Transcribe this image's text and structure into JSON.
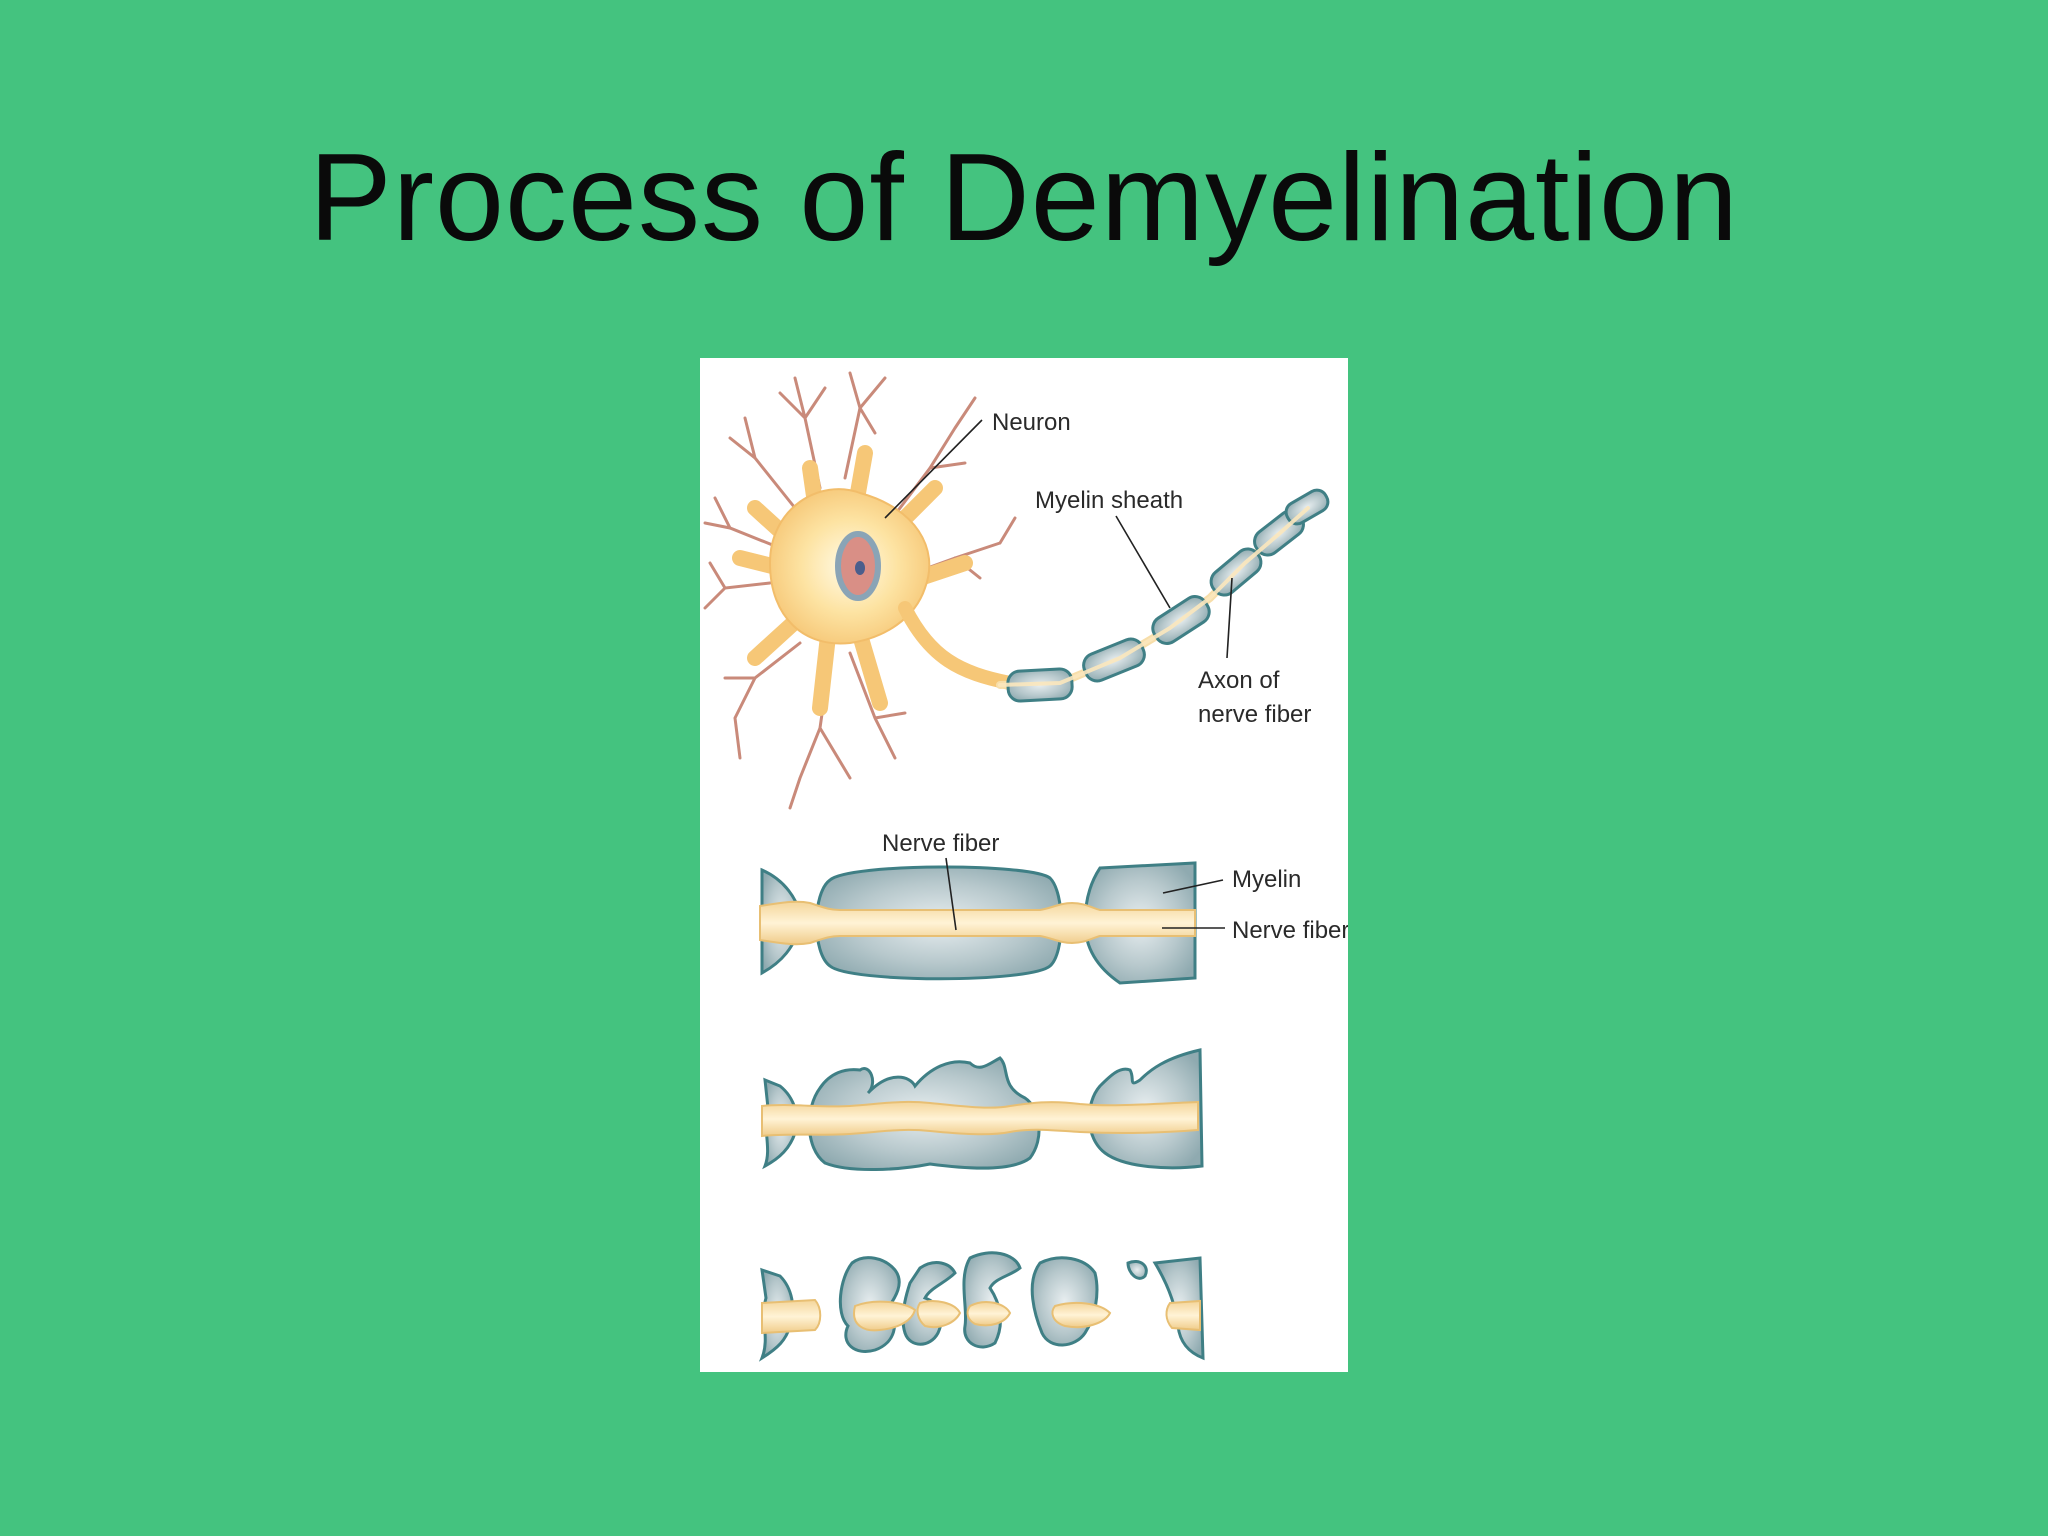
{
  "slide": {
    "title": "Process of Demyelination",
    "background_color": "#44c37f"
  },
  "figure": {
    "labels": {
      "neuron": "Neuron",
      "myelin_sheath": "Myelin sheath",
      "axon_line1": "Axon of",
      "axon_line2": "nerve fiber",
      "nerve_fiber_top": "Nerve fiber",
      "myelin": "Myelin",
      "nerve_fiber_right": "Nerve fiber"
    },
    "colors": {
      "cell_body": "#fbd98a",
      "dendrite": "#c98a7a",
      "myelin": "#a9bfc3",
      "myelin_edge": "#3f7f85",
      "axon": "#f7deaa"
    }
  }
}
